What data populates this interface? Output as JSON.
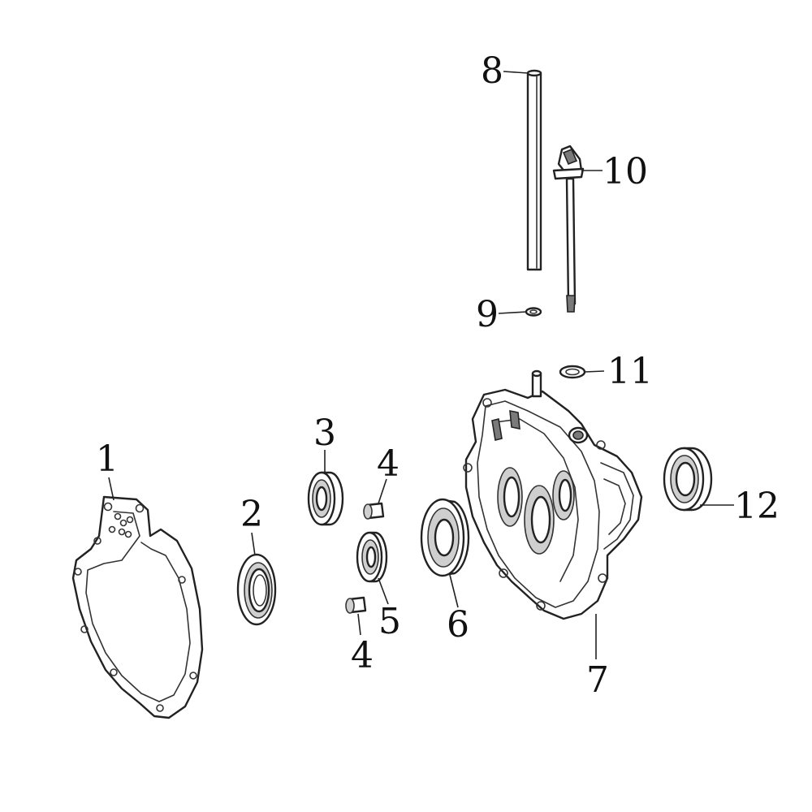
{
  "diagram": {
    "callouts": [
      {
        "id": "c1",
        "label": "1",
        "part": "gasket"
      },
      {
        "id": "c2",
        "label": "2",
        "part": "oil-seal"
      },
      {
        "id": "c3",
        "label": "3",
        "part": "bearing"
      },
      {
        "id": "c4a",
        "label": "4",
        "part": "dowel-pin"
      },
      {
        "id": "c4b",
        "label": "4",
        "part": "dowel-pin"
      },
      {
        "id": "c5",
        "label": "5",
        "part": "bearing"
      },
      {
        "id": "c6",
        "label": "6",
        "part": "bearing"
      },
      {
        "id": "c7",
        "label": "7",
        "part": "transmission-cover"
      },
      {
        "id": "c8",
        "label": "8",
        "part": "tube"
      },
      {
        "id": "c9",
        "label": "9",
        "part": "o-ring"
      },
      {
        "id": "c10",
        "label": "10",
        "part": "dipstick"
      },
      {
        "id": "c11",
        "label": "11",
        "part": "washer"
      },
      {
        "id": "c12",
        "label": "12",
        "part": "oil-seal"
      }
    ]
  }
}
